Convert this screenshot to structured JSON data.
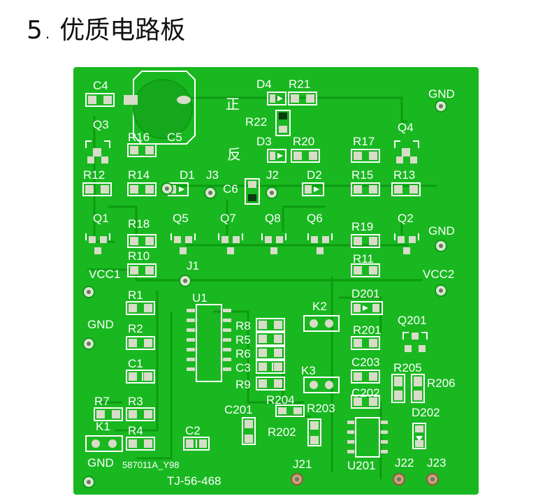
{
  "heading": {
    "number": "5",
    "separator": ".",
    "title": "优质电路板"
  },
  "board": {
    "color": "#19b820",
    "labels": {
      "c4": "C4",
      "c5": "C5",
      "d4": "D4",
      "r21": "R21",
      "gnd_tr": "GND",
      "zheng": "正",
      "r22": "R22",
      "q3": "Q3",
      "r16": "R16",
      "d3": "D3",
      "r20": "R20",
      "r17": "R17",
      "q4": "Q4",
      "fan": "反",
      "r12": "R12",
      "r14": "R14",
      "d1": "D1",
      "j3": "J3",
      "j2": "J2",
      "d2": "D2",
      "r15": "R15",
      "r13": "R13",
      "c6": "C6",
      "q1": "Q1",
      "r18": "R18",
      "q5": "Q5",
      "q7": "Q7",
      "q8": "Q8",
      "q6": "Q6",
      "r19": "R19",
      "q2": "Q2",
      "gnd_r": "GND",
      "r10": "R10",
      "r11": "R11",
      "vcc1": "VCC1",
      "j1": "J1",
      "vcc2": "VCC2",
      "d201": "D201",
      "r1": "R1",
      "u1": "U1",
      "k2": "K2",
      "gnd_l": "GND",
      "q201": "Q201",
      "r2": "R2",
      "r8": "R8",
      "r5": "R5",
      "r201": "R201",
      "r6": "R6",
      "c1": "C1",
      "c3": "C3",
      "k3": "K3",
      "c203": "C203",
      "r205": "R205",
      "r9": "R9",
      "r206": "R206",
      "c202": "C202",
      "r7": "R7",
      "r3": "R3",
      "c201": "C201",
      "r204": "R204",
      "r203": "R203",
      "d202": "D202",
      "k1": "K1",
      "r4": "R4",
      "c2": "C2",
      "r202": "R202",
      "gnd_b": "GND",
      "code": "587011A_Y98",
      "j21": "J21",
      "u201": "U201",
      "j22": "J22",
      "j23": "J23",
      "model": "TJ-56-468"
    }
  }
}
